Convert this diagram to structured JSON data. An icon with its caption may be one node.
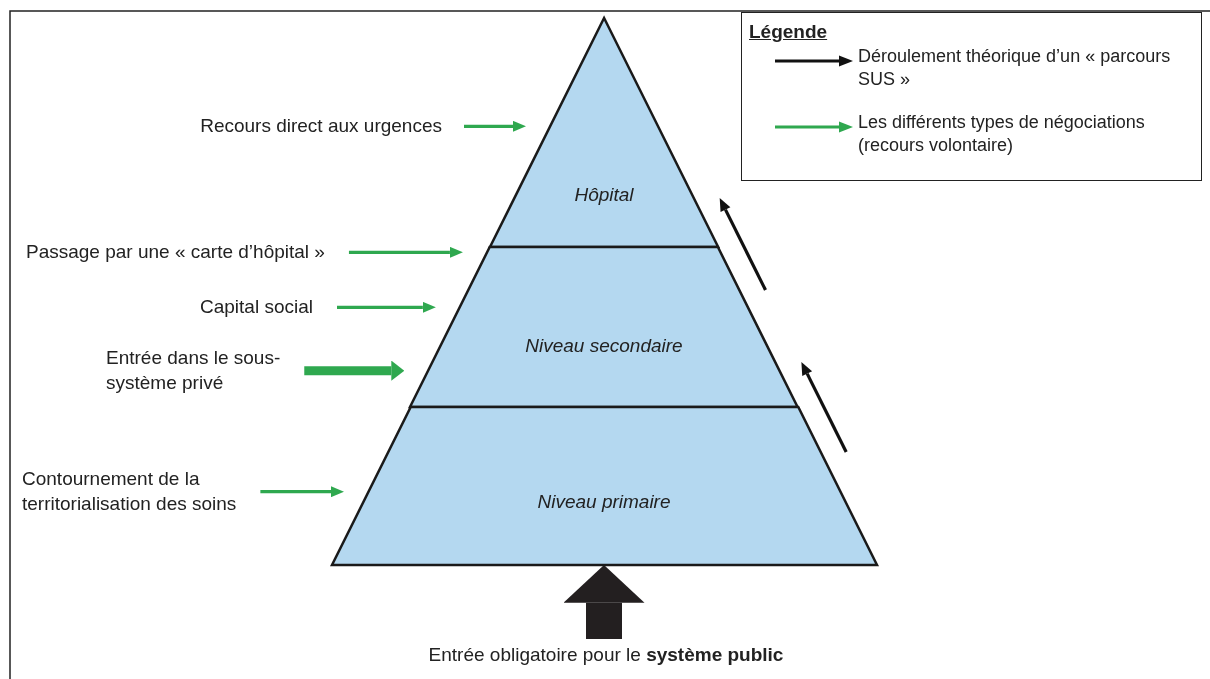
{
  "diagram": {
    "nodes": [
      {
        "text": [
          "Hôpital"
        ]
      },
      {
        "text": [
          "Niveau secondaire"
        ]
      },
      {
        "text": [
          "Niveau primaire"
        ]
      },
      {
        "text": [
          "Recours direct aux urgences"
        ]
      },
      {
        "text": [
          "Passage par une « carte d’hôpital »"
        ]
      },
      {
        "text": [
          "Capital social"
        ]
      },
      {
        "text": [
          "Entrée dans le sous-système privé"
        ]
      },
      {
        "text": [
          "Contournement de la territorialisation des soins"
        ]
      },
      {
        "text": [
          "Entrée obligatoire pour le **système public**"
        ]
      }
    ],
    "edges": [
      {
        "from": 3,
        "to": 0,
        "arrow": "to"
      },
      {
        "from": 4,
        "to": 1,
        "arrow": "to"
      },
      {
        "from": 5,
        "to": 1,
        "arrow": "to"
      },
      {
        "from": 6,
        "to": 1,
        "arrow": "to",
        "style": "thick"
      },
      {
        "from": 7,
        "to": 2,
        "arrow": "to"
      },
      {
        "from": 8,
        "to": 2,
        "arrow": "to",
        "style": "thick",
        "color": "#231f20"
      }
    ],
    "labels": [
      "Légende"
    ],
    "legend": [
      {
        "text": "Déroulement théorique d’un « parcours SUS »"
      },
      {
        "text": "Les différents types de négociations (recours volontaire)"
      }
    ]
  }
}
